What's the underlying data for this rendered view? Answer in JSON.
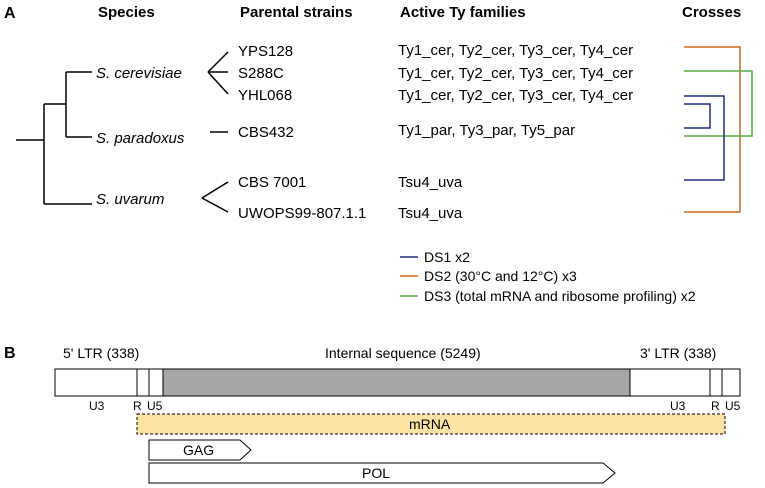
{
  "panel_a": {
    "label": "A",
    "headers": {
      "species": "Species",
      "parental_strains": "Parental strains",
      "active_ty_families": "Active Ty families",
      "crosses": "Crosses"
    },
    "species": [
      {
        "name": "S. cerevisiae"
      },
      {
        "name": "S. paradoxus"
      },
      {
        "name": "S. uvarum"
      }
    ],
    "strains": [
      {
        "name": "YPS128",
        "ty": "Ty1_cer, Ty2_cer, Ty3_cer, Ty4_cer"
      },
      {
        "name": "S288C",
        "ty": "Ty1_cer, Ty2_cer, Ty3_cer, Ty4_cer"
      },
      {
        "name": "YHL068",
        "ty": "Ty1_cer, Ty2_cer, Ty3_cer, Ty4_cer"
      },
      {
        "name": "CBS432",
        "ty": "Ty1_par, Ty3_par, Ty5_par"
      },
      {
        "name": "CBS 7001",
        "ty": "Tsu4_uva"
      },
      {
        "name": "UWOPS99-807.1.1",
        "ty": "Tsu4_uva"
      }
    ],
    "legend": [
      {
        "label": "DS1 x2",
        "color": "#1f2d7a"
      },
      {
        "label": "DS2 (30°C and 12°C) x3",
        "color": "#d2691e"
      },
      {
        "label": "DS3 (total mRNA and ribosome profiling) x2",
        "color": "#5aa845"
      }
    ]
  },
  "panel_b": {
    "label": "B",
    "ltr5_label": "5' LTR (338)",
    "internal_label": "Internal sequence (5249)",
    "ltr3_label": "3' LTR (338)",
    "u3_left": "U3",
    "r_left": "R",
    "u5_left": "U5",
    "u3_right": "U3",
    "r_right": "R",
    "u5_right": "U5",
    "mrna_label": "mRNA",
    "gag_label": "GAG",
    "pol_label": "POL",
    "colors": {
      "internal_fill": "#a9a6a6",
      "mrna_fill": "#fbe3a3"
    }
  }
}
